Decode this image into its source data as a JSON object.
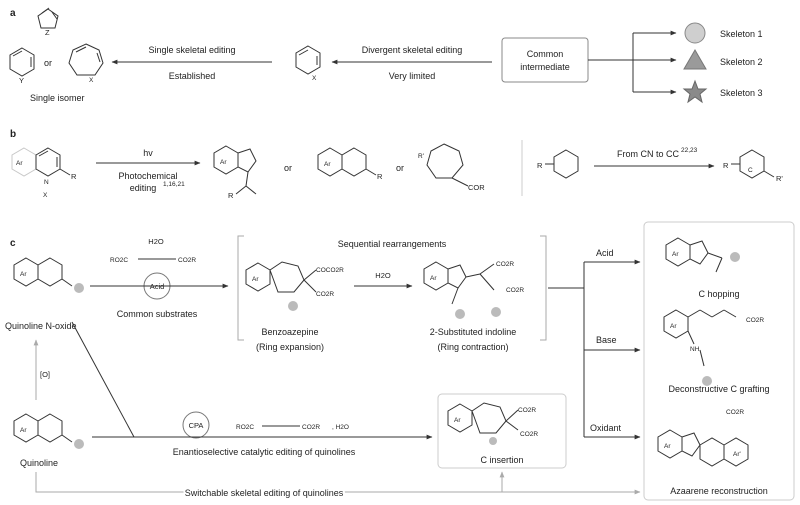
{
  "panel_a": {
    "label": "a",
    "left_arrow_top": "Single skeletal editing",
    "left_arrow_bottom": "Established",
    "right_arrow_top": "Divergent skeletal editing",
    "right_arrow_bottom": "Very limited",
    "common_box_line1": "Common",
    "common_box_line2": "intermediate",
    "single_isomer": "Single isomer",
    "or": "or",
    "atom_z": "Z",
    "atom_y": "Y",
    "atom_x": "X",
    "skeletons": [
      "Skeleton 1",
      "Skeleton 2",
      "Skeleton 3"
    ]
  },
  "panel_b": {
    "label": "b",
    "hv": "hv",
    "photo_line1": "Photochemical",
    "photo_line2": "editing",
    "photo_refs": "1,16,21",
    "or1": "or",
    "or2": "or",
    "cn_text": "From CN to CC",
    "cn_refs": "22,23",
    "ar": "Ar",
    "r": "R",
    "r_prime": "R'",
    "x_minus": "X",
    "n": "N",
    "cor": "COR",
    "c": "C"
  },
  "panel_c": {
    "label": "c",
    "water_top": "H2O",
    "alkyne_left": "RO2C",
    "alkyne_right": "CO2R",
    "acid_circle": "Acid",
    "common_substrates": "Common substrates",
    "quinoline_n_oxide": "Quinoline N-oxide",
    "sequential": "Sequential rearrangements",
    "benzoazepine": "Benzoazepine",
    "ring_expansion": "(Ring expansion)",
    "water_mid": "H2O",
    "indoline": "2-Substituted indoline",
    "ring_contraction": "(Ring contraction)",
    "ox_label": "[O]",
    "quinoline": "Quinoline",
    "cpa": "CPA",
    "cpa_reagents": "RO2C",
    "cpa_reagents_right": "CO2R",
    "cpa_water": ", H2O",
    "enantio": "Enantioselective catalytic editing of quinolines",
    "c_insertion": "C insertion",
    "switchable": "Switchable skeletal editing of quinolines",
    "acid": "Acid",
    "base": "Base",
    "oxidant": "Oxidant",
    "c_hopping": "C hopping",
    "deconstructive": "Deconstructive C grafting",
    "azaarene": "Azaarene reconstruction",
    "coco2r": "COCO2R",
    "co2r": "CO2R",
    "nh": "NH",
    "ar_prime": "Ar'"
  }
}
